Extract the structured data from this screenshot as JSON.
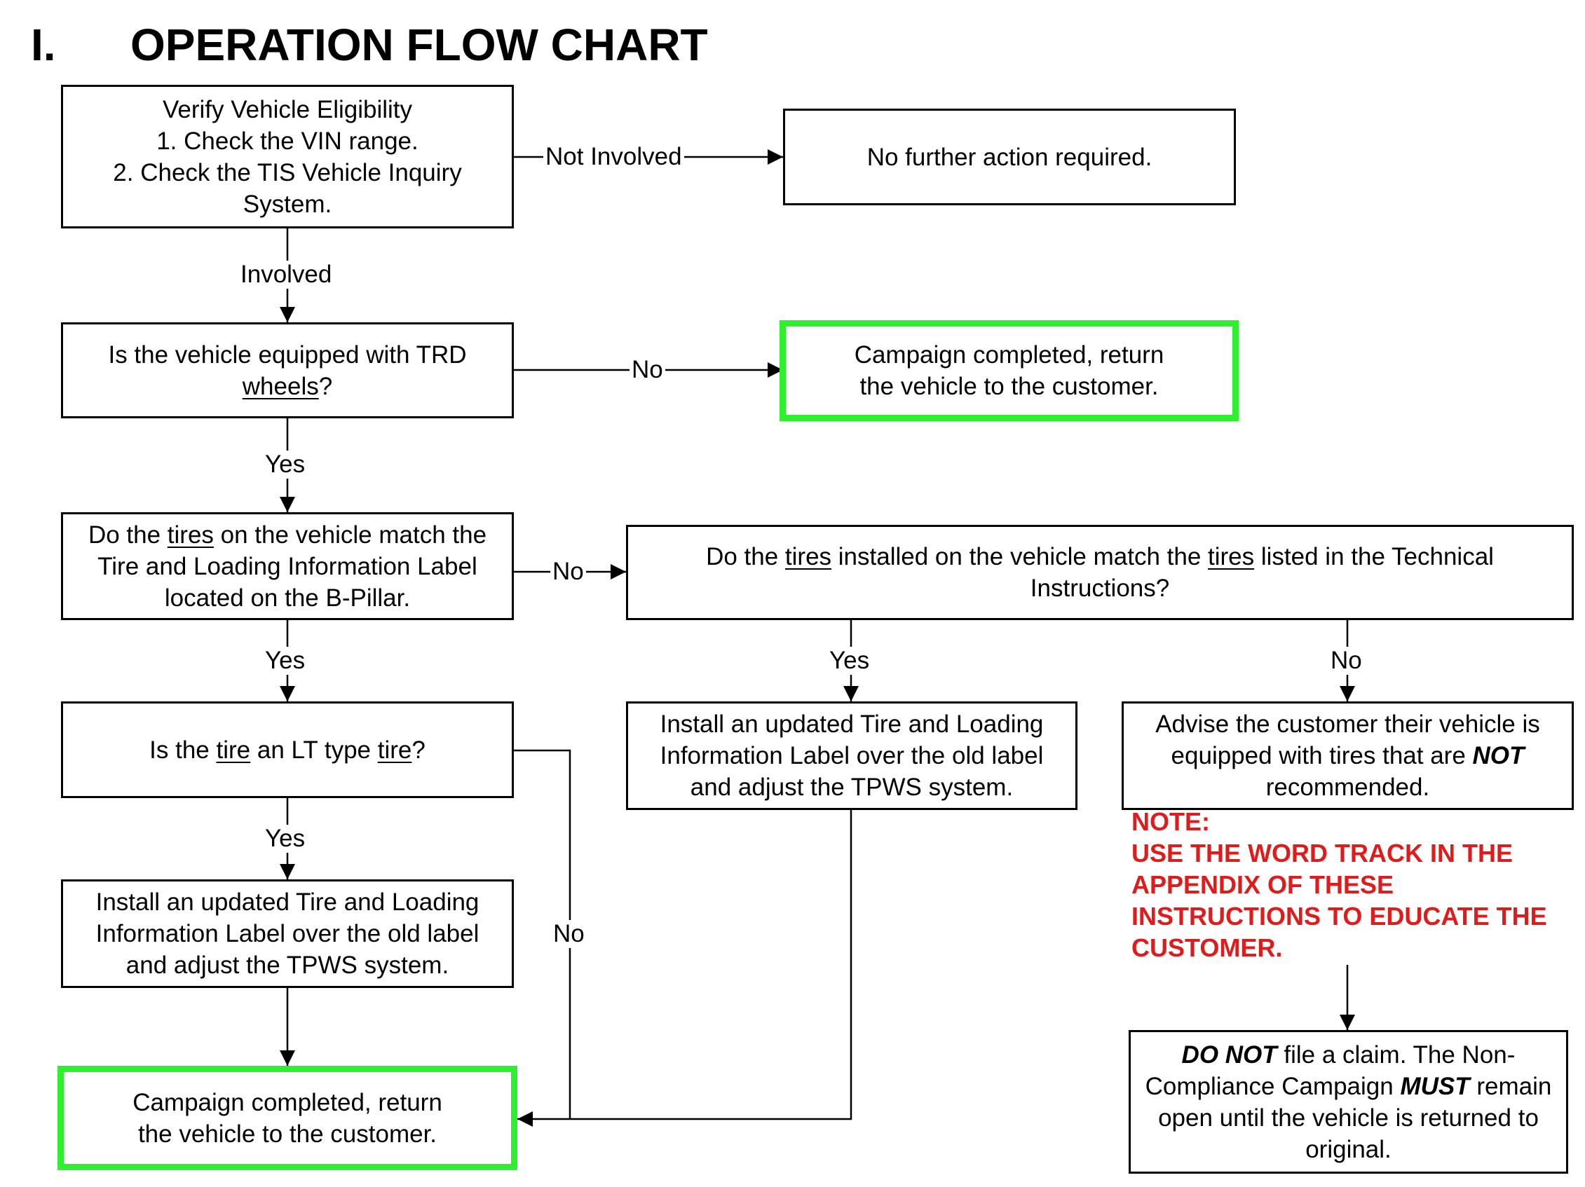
{
  "heading": {
    "number": "I.",
    "title": "OPERATION FLOW CHART"
  },
  "nodes": {
    "verify": {
      "lines": [
        "Verify Vehicle Eligibility",
        "1. Check the VIN range.",
        "2. Check the TIS Vehicle Inquiry",
        "System."
      ]
    },
    "no_action": {
      "text": "No further action required."
    },
    "trd_q": {
      "pre": "Is the vehicle equipped with TRD ",
      "u": "wheels",
      "post": "?"
    },
    "complete_top": {
      "line1": "Campaign completed, return",
      "line2": "the vehicle to the customer."
    },
    "tires_q": {
      "a": "Do the ",
      "u": "tires",
      "b": " on the vehicle match the",
      "line2": "Tire and Loading Information Label",
      "line3": "located on the B-Pillar."
    },
    "tech_q": {
      "a": "Do the ",
      "u1": "tires",
      "b": " installed on the vehicle match the ",
      "u2": "tires",
      "c": " listed in the Technical",
      "line2": "Instructions?"
    },
    "lt_q": {
      "a": "Is the ",
      "u1": "tire",
      "b": " an LT type ",
      "u2": "tire",
      "c": "?"
    },
    "install_left": {
      "lines": [
        "Install an updated Tire and Loading",
        "Information Label over the old label",
        "and adjust the TPWS system."
      ]
    },
    "install_mid": {
      "lines": [
        "Install an updated Tire and Loading",
        "Information Label over the old label",
        "and adjust the TPWS system."
      ]
    },
    "advise": {
      "line1": "Advise the customer their vehicle is",
      "line2a": "equipped with tires that are ",
      "line2b": "NOT",
      "line3": "recommended."
    },
    "complete_bottom": {
      "line1": "Campaign completed, return",
      "line2": "the vehicle to the customer."
    },
    "do_not": {
      "a1": "DO NOT",
      "a2": " file a claim. The Non-",
      "b1": "Compliance Campaign ",
      "b2": "MUST",
      "b3": " remain",
      "line3": "open until the vehicle is returned to",
      "line4": "original."
    }
  },
  "note": {
    "lines": [
      "NOTE:",
      "USE THE WORD TRACK IN THE",
      "APPENDIX OF THESE",
      "INSTRUCTIONS TO EDUCATE THE",
      "CUSTOMER."
    ]
  },
  "edge_labels": {
    "not_involved": "Not Involved",
    "involved": "Involved",
    "trd_no": "No",
    "trd_yes": "Yes",
    "tires_no": "No",
    "tires_yes": "Yes",
    "tech_yes": "Yes",
    "tech_no": "No",
    "lt_yes": "Yes",
    "lt_no": "No"
  },
  "colors": {
    "highlight_border": "#2ef02e",
    "note_text": "#e01b1b",
    "line": "#000000"
  }
}
